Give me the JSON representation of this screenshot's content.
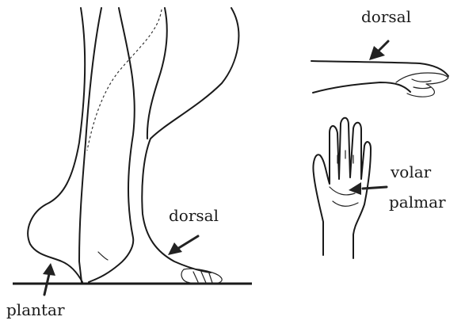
{
  "labels": {
    "dorsal_foot": "dorsal",
    "plantar": "plantar",
    "dorsal_hand": "dorsal",
    "volar": "volar",
    "palmar": "palmar"
  },
  "colors": {
    "ink": "#1a1a1a",
    "background": "#ffffff"
  }
}
